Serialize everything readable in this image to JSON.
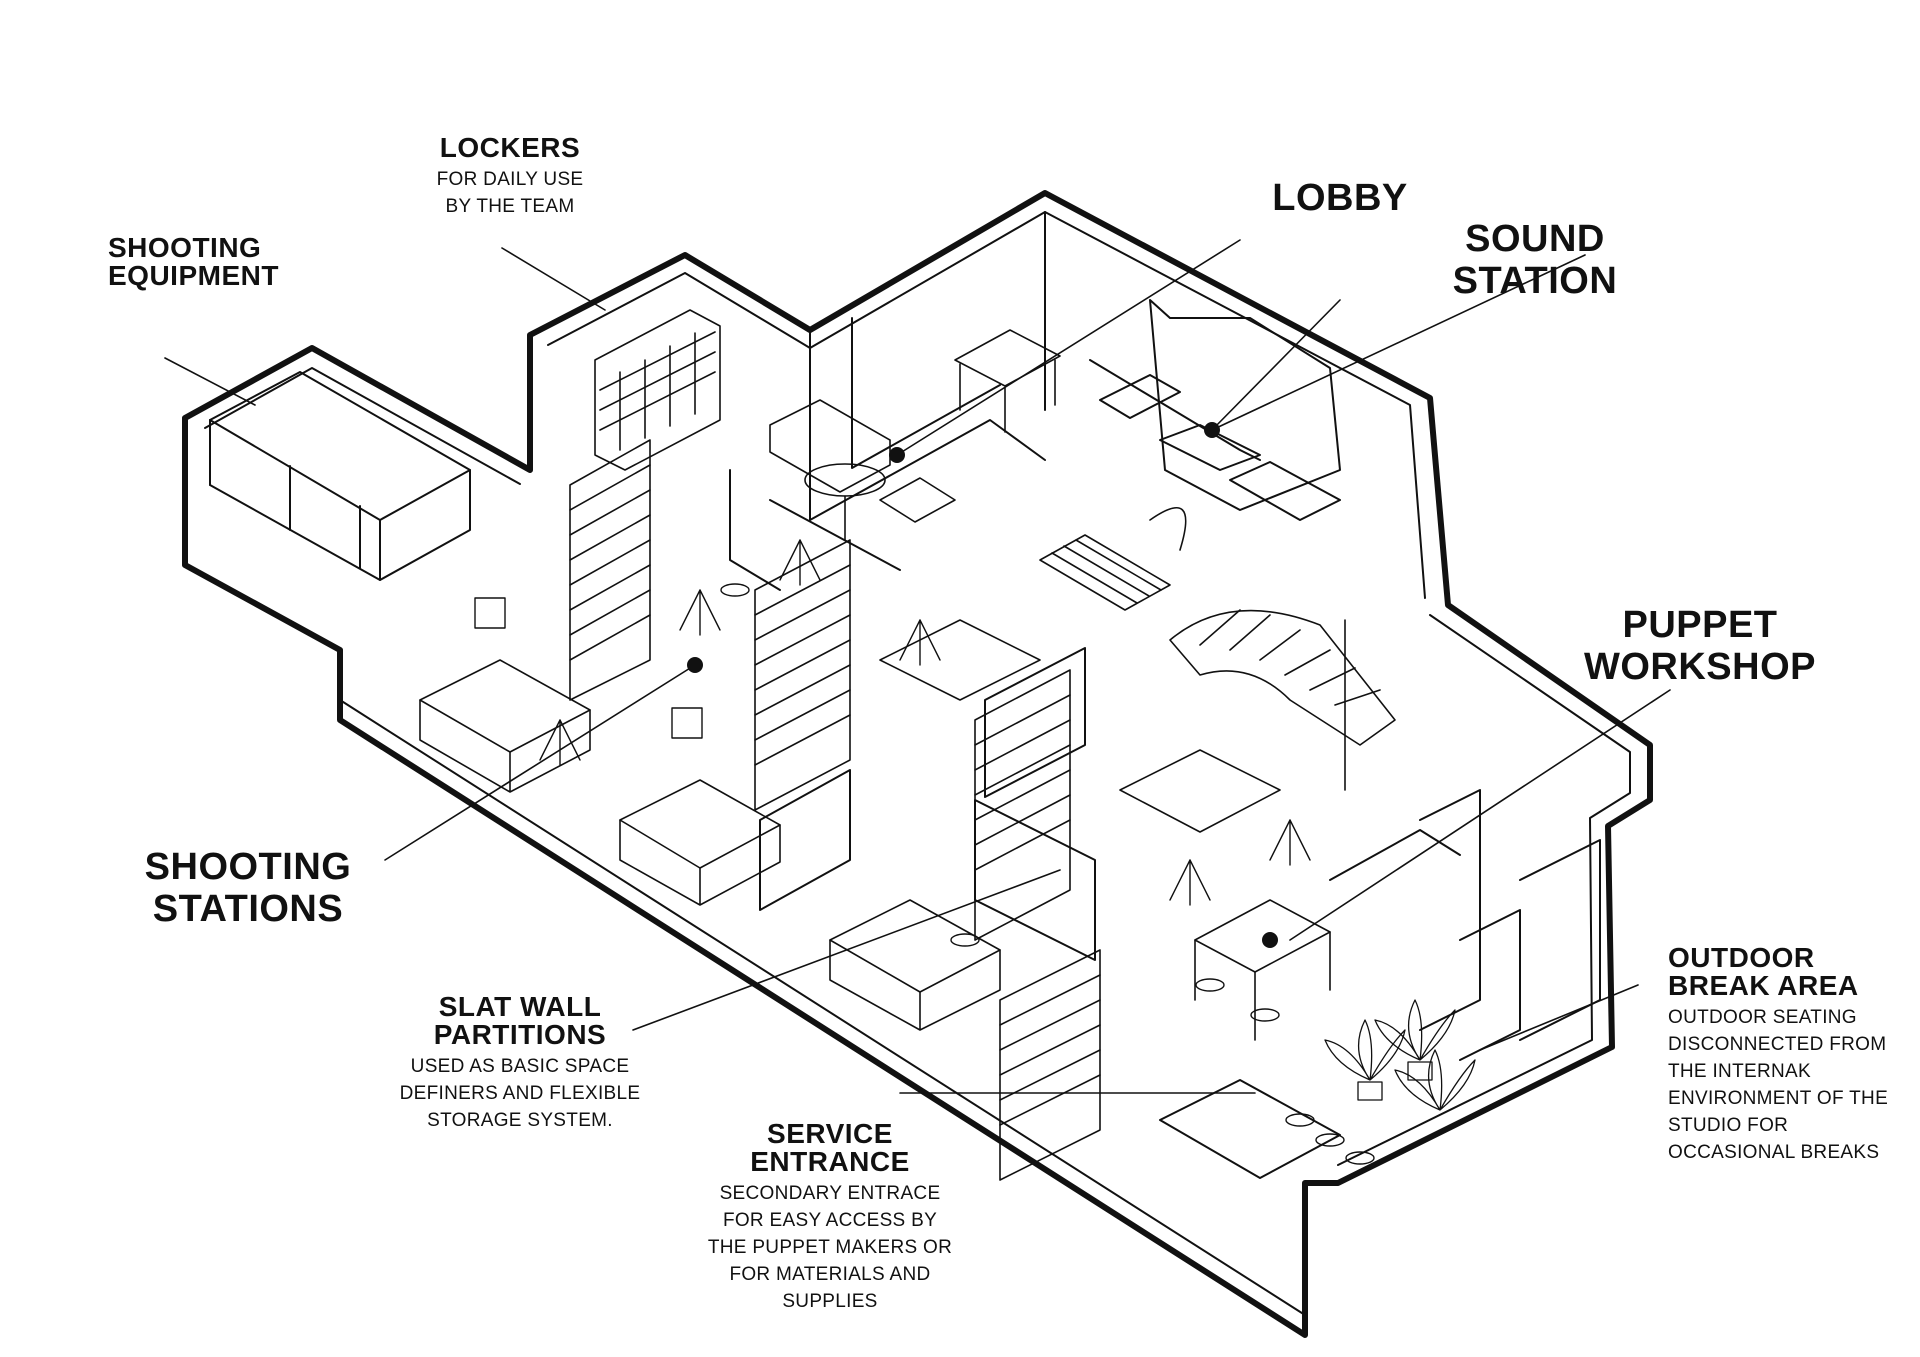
{
  "labels": {
    "lockers": {
      "title": "LOCKERS",
      "desc": [
        "FOR DAILY USE",
        "BY THE TEAM"
      ]
    },
    "shooting_equipment": {
      "title": [
        "SHOOTING",
        "EQUIPMENT"
      ]
    },
    "lobby": {
      "title": "LOBBY"
    },
    "sound_station": {
      "title": [
        "SOUND",
        "STATION"
      ]
    },
    "puppet_workshop": {
      "title": [
        "PUPPET",
        "WORKSHOP"
      ]
    },
    "shooting_stations": {
      "title": [
        "SHOOTING",
        "STATIONS"
      ]
    },
    "outdoor_break_area": {
      "title": [
        "OUTDOOR",
        "BREAK AREA"
      ],
      "desc": [
        "OUTDOOR SEATING",
        "DISCONNECTED FROM",
        "THE INTERNAK",
        "ENVIRONMENT OF THE",
        "STUDIO FOR",
        "OCCASIONAL BREAKS"
      ]
    },
    "slat_wall_partitions": {
      "title": [
        "SLAT WALL",
        "PARTITIONS"
      ],
      "desc": [
        "USED AS BASIC SPACE",
        "DEFINERS AND FLEXIBLE",
        "STORAGE SYSTEM."
      ]
    },
    "service_entrance": {
      "title": [
        "SERVICE",
        "ENTRANCE"
      ],
      "desc": [
        "SECONDARY ENTRACE",
        "FOR EASY ACCESS BY",
        "THE PUPPET MAKERS OR",
        "FOR MATERIALS AND",
        "SUPPLIES"
      ]
    }
  },
  "colors": {
    "ink": "#111111",
    "paper": "#ffffff"
  }
}
